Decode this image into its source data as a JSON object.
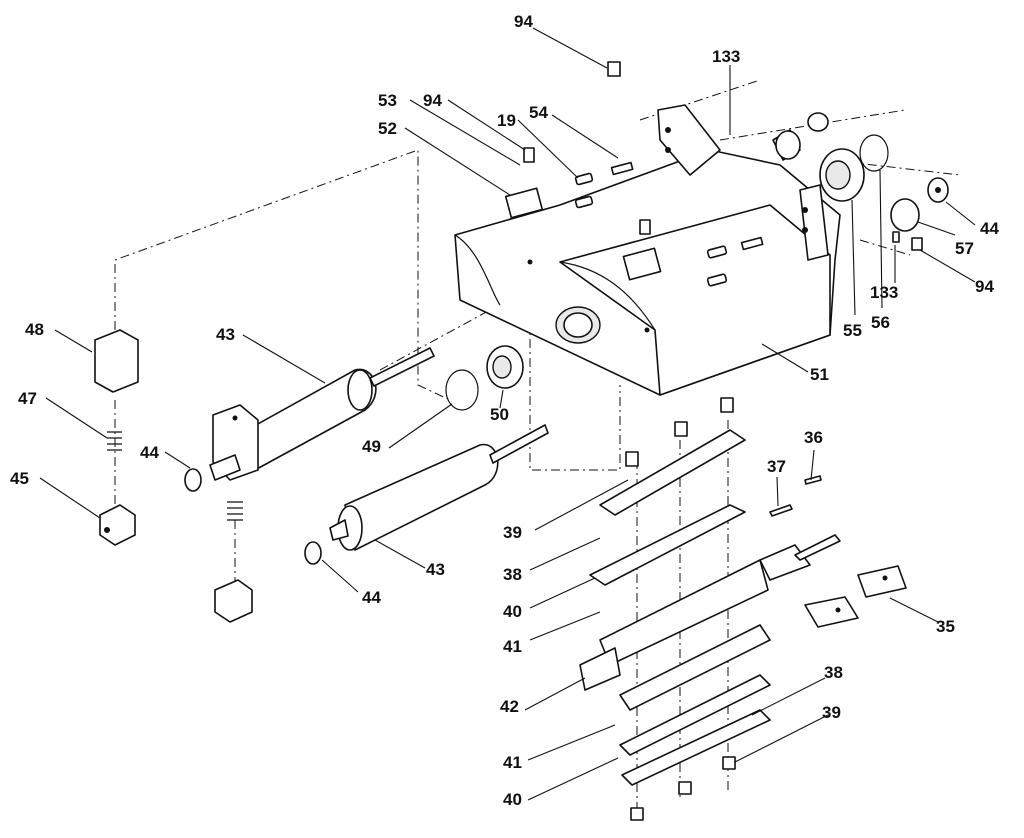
{
  "callouts": {
    "c94_top": "94",
    "c133_top": "133",
    "c53": "53",
    "c94_mid": "94",
    "c52": "52",
    "c19": "19",
    "c54": "54",
    "c44_right": "44",
    "c57": "57",
    "c94_right": "94",
    "c133_right": "133",
    "c55": "55",
    "c56": "56",
    "c51": "51",
    "c48": "48",
    "c43_upper": "43",
    "c47": "47",
    "c44_left": "44",
    "c45": "45",
    "c49": "49",
    "c50": "50",
    "c43_lower": "43",
    "c44_bottom": "44",
    "c36": "36",
    "c37": "37",
    "c39_upper": "39",
    "c38_upper": "38",
    "c40_upper": "40",
    "c41_upper": "41",
    "c35": "35",
    "c42": "42",
    "c38_lower": "38",
    "c39_lower": "39",
    "c41_lower": "41",
    "c40_lower": "40"
  }
}
